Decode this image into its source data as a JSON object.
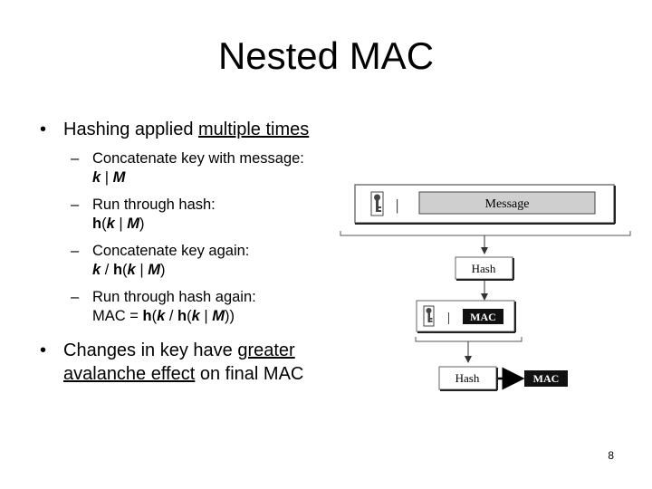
{
  "slide": {
    "title": "Nested MAC",
    "page_number": "8"
  },
  "bullets": {
    "b1": {
      "lead": "Hashing applied ",
      "underlined": "multiple times"
    },
    "s1": {
      "line1": "Concatenate key with message:",
      "k": "k",
      "bar": " | ",
      "m": "M"
    },
    "s2": {
      "line1": "Run through hash:",
      "h": "h",
      "open": "(",
      "k": "k",
      "bar": " | ",
      "m": "M",
      "close": ")"
    },
    "s3": {
      "line1": "Concatenate key again:",
      "k": "k",
      "bar": " / ",
      "h": "h",
      "open": "(",
      "k2": "k",
      "bar2": " | ",
      "m": "M",
      "close": ")"
    },
    "s4": {
      "line1": "Run through hash again:",
      "prefix": "MAC = ",
      "h": "h",
      "open": "(",
      "k": "k",
      "bar": " / ",
      "h2": "h",
      "open2": "(",
      "k2": "k",
      "bar2": " | ",
      "m": "M",
      "close": "))"
    },
    "b2": {
      "lead": "Changes in key have ",
      "underlined": "greater avalanche effect",
      "tail": " on final MAC"
    }
  },
  "diagram": {
    "message_label": "Message",
    "separator": "|",
    "hash_label_1": "Hash",
    "mac_label_inner": "MAC",
    "hash_label_2": "Hash",
    "mac_label_final": "MAC"
  }
}
